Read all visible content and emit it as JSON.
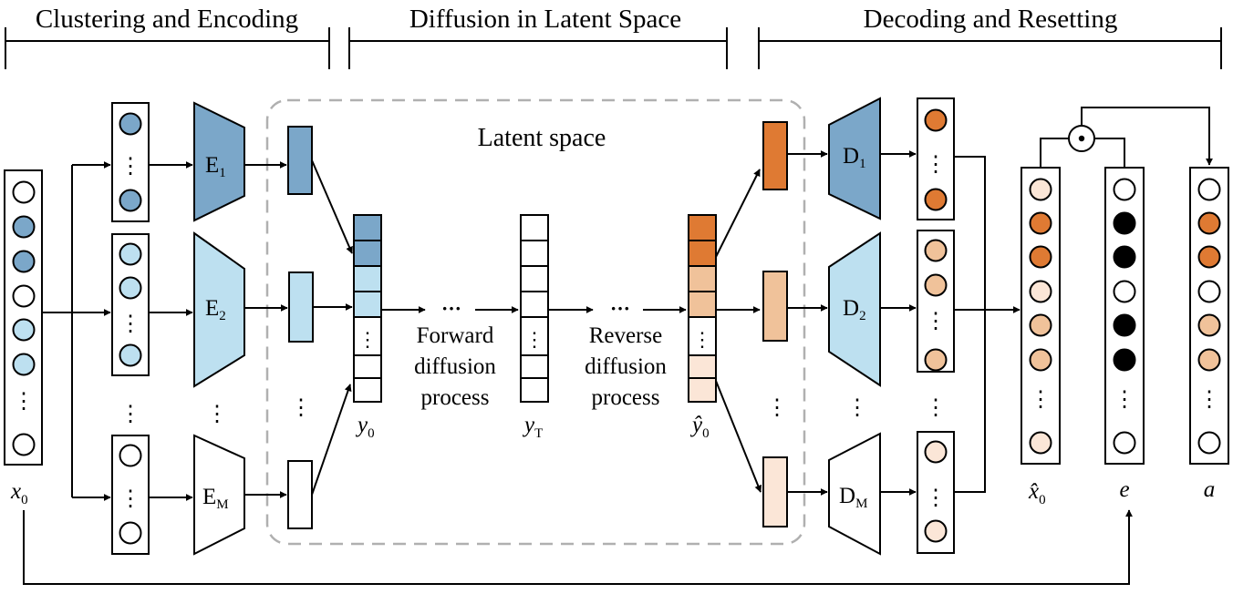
{
  "sections": {
    "clustering_encoding": "Clustering and Encoding",
    "diffusion": "Diffusion in Latent Space",
    "decoding": "Decoding and Resetting"
  },
  "latent_space_label": "Latent space",
  "encoders": [
    {
      "base": "E",
      "sub": "1",
      "color": "#7ba7c9"
    },
    {
      "base": "E",
      "sub": "2",
      "color": "#bde0f0"
    },
    {
      "base": "E",
      "sub": "M",
      "color": "#ffffff"
    }
  ],
  "decoders": [
    {
      "base": "D",
      "sub": "1",
      "color": "#7ba7c9"
    },
    {
      "base": "D",
      "sub": "2",
      "color": "#bde0f0"
    },
    {
      "base": "D",
      "sub": "M",
      "color": "#ffffff"
    }
  ],
  "forward_process": [
    "Forward",
    "diffusion",
    "process"
  ],
  "reverse_process": [
    "Reverse",
    "diffusion",
    "process"
  ],
  "vars": {
    "x0": {
      "base": "x",
      "sub": "0"
    },
    "y0": {
      "base": "y",
      "sub": "0"
    },
    "yT": {
      "base": "y",
      "sub": "T"
    },
    "y0hat": {
      "base": "ŷ",
      "sub": "0"
    },
    "x0hat": {
      "base": "x̂",
      "sub": "0"
    },
    "e": "e",
    "a": "a"
  },
  "ellipsis_dots": "⋮",
  "dots_horizontal": "···",
  "hadamard_symbol": "⊙",
  "colors": {
    "dark_blue": "#7ba7c9",
    "light_blue": "#bde0f0",
    "dark_orange": "#df7a33",
    "mid_orange": "#f0c29a",
    "light_orange": "#fbe6d7",
    "black": "#000000",
    "dashed_border": "#b0b0b0"
  }
}
